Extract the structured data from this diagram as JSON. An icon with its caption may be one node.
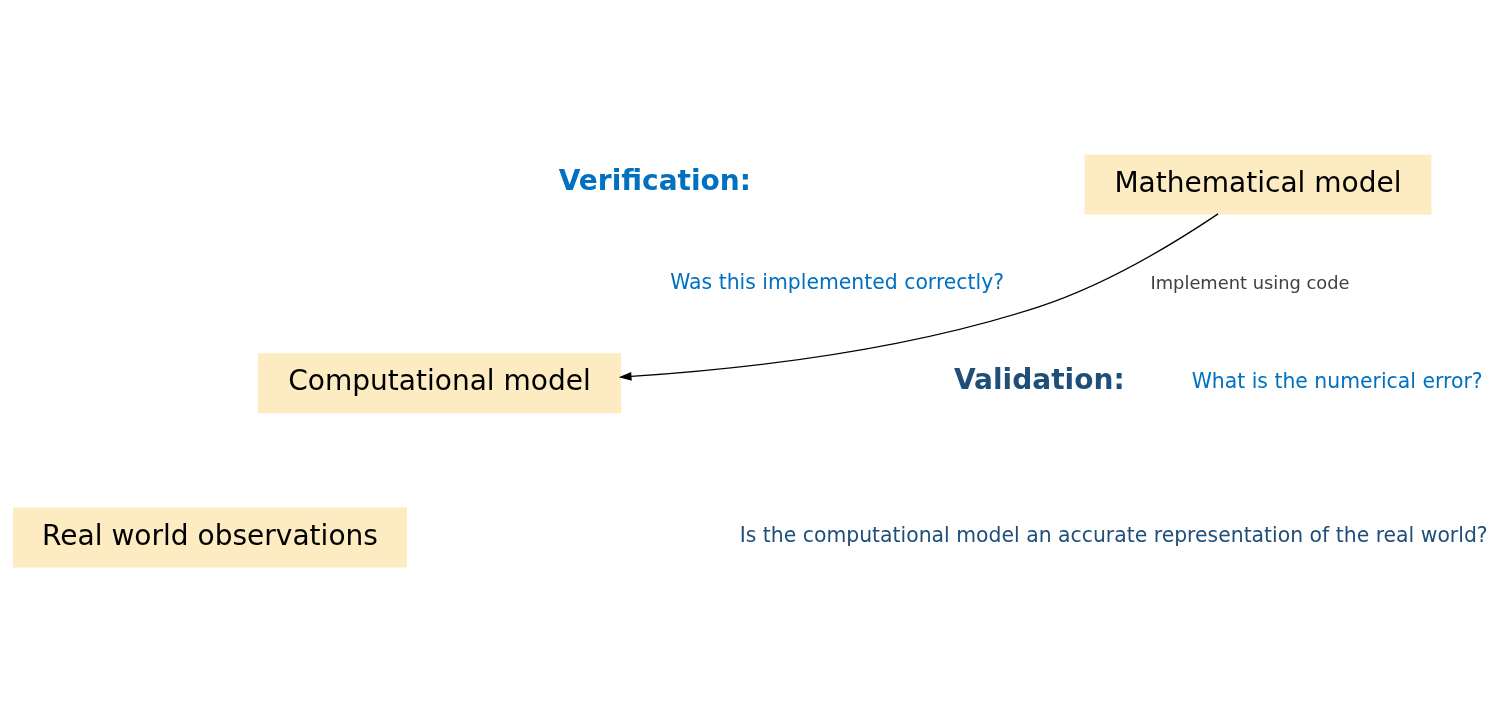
{
  "diagram": {
    "nodes": [
      {
        "text": [
          "Mathematical model"
        ]
      },
      {
        "text": [
          "Computational model"
        ]
      },
      {
        "text": [
          "Real world observations"
        ]
      }
    ],
    "edges": [
      {
        "from": 0,
        "to": 1,
        "arrow": "to",
        "label": "Implement using code"
      }
    ],
    "labels": [
      "Verification:",
      "Was this implemented correctly?",
      "What is the numerical error?",
      "Validation:",
      "Is the computational model an accurate representation of the real world?"
    ]
  }
}
